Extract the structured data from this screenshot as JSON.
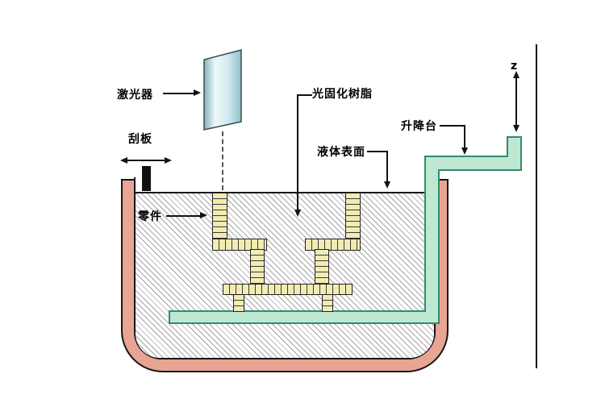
{
  "labels": {
    "laser": "激光器",
    "scraper": "刮板",
    "part": "零件",
    "resin": "光固化树脂",
    "liquid_surface": "液体表面",
    "elevator": "升降台",
    "z_axis": "z"
  },
  "colors": {
    "tank_wall": "#e9a593",
    "part_fill": "#f2ecb4",
    "platform_fill": "#bfe8d2",
    "platform_border": "#2f8c6e",
    "laser_light": "#eef8fa",
    "laser_dark": "#7fb4bc",
    "hatch_line": "#a4a4a4",
    "line": "#111111"
  }
}
